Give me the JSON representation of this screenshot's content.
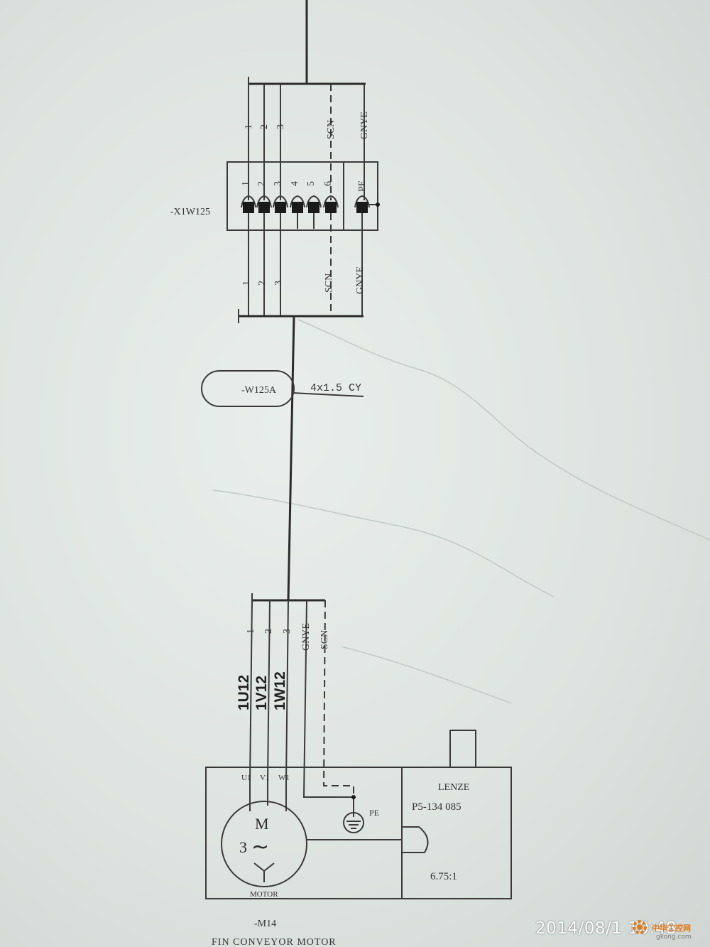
{
  "connector": {
    "tag": "-X1W125",
    "top_wires": [
      "1",
      "2",
      "3",
      "SCN",
      "GNYE"
    ],
    "pins": [
      "1",
      "2",
      "3",
      "4",
      "5",
      "6"
    ],
    "pe": "PE",
    "bottom_wires": [
      "1",
      "2",
      "3",
      "SCN",
      "GNYE"
    ]
  },
  "cable": {
    "tag": "-W125A",
    "spec": "4x1.5 CY"
  },
  "motor_wires": [
    "1",
    "2",
    "3",
    "GNYE",
    "SCN"
  ],
  "terminals": [
    "1U12",
    "1V12",
    "1W12"
  ],
  "motor": {
    "terminals": [
      "U1",
      "V1",
      "W1"
    ],
    "symbol_m": "M",
    "symbol_3": "3",
    "symbol_ac": "~",
    "label": "MOTOR",
    "pe": "PE",
    "tag": "-M14",
    "caption": "FIN CONVEYOR MOTOR"
  },
  "gearbox": {
    "brand": "LENZE",
    "model": "P5-134 085",
    "ratio": "6.75:1"
  },
  "photo_timestamp": "2014/08/1 10:48",
  "watermark": {
    "line1": "中华工控网",
    "line2": "gkong.com"
  }
}
